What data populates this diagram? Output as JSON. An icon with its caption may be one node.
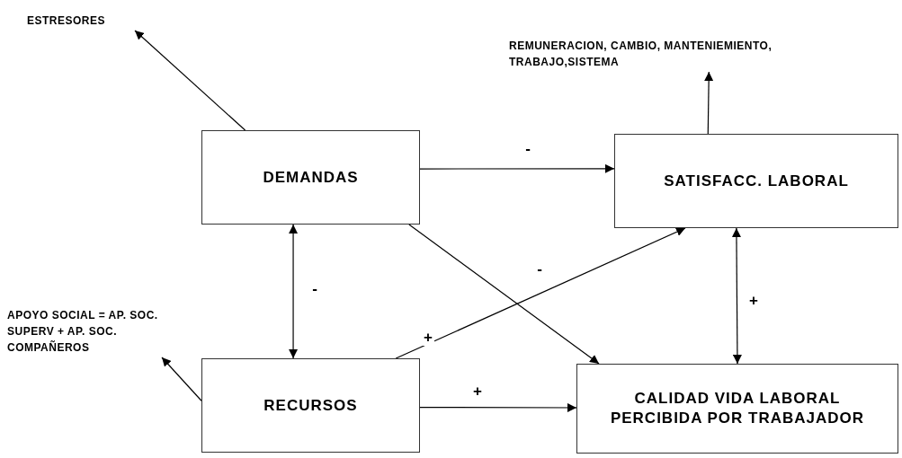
{
  "diagram": {
    "nodes": [
      {
        "text": [
          "DEMANDAS"
        ]
      },
      {
        "text": [
          "SATISFACC. LABORAL"
        ]
      },
      {
        "text": [
          "RECURSOS"
        ]
      },
      {
        "text": [
          "CALIDAD VIDA LABORAL PERCIBIDA POR TRABAJADOR"
        ]
      },
      {
        "text": [
          "ESTRESORES"
        ]
      },
      {
        "text": [
          "REMUNERACION, CAMBIO, MANTENIEMIENTO, TRABAJO,SISTEMA"
        ]
      },
      {
        "text": [
          "APOYO SOCIAL = AP. SOC. SUPERV + AP. SOC. COMPAÑEROS"
        ]
      }
    ],
    "edges": [
      {
        "from": 0,
        "to": 4,
        "arrow": "to"
      },
      {
        "from": 1,
        "to": 5,
        "arrow": "to"
      },
      {
        "from": 0,
        "to": 1,
        "arrow": "to",
        "label": "-"
      },
      {
        "from": 0,
        "to": 2,
        "arrow": "both",
        "label": "-"
      },
      {
        "from": 0,
        "to": 3,
        "arrow": "to",
        "label": "-"
      },
      {
        "from": 2,
        "to": 1,
        "arrow": "to",
        "label": "+"
      },
      {
        "from": 2,
        "to": 3,
        "arrow": "to",
        "label": "+"
      },
      {
        "from": 1,
        "to": 3,
        "arrow": "both",
        "label": "+"
      },
      {
        "from": 2,
        "to": 6,
        "arrow": "to"
      }
    ]
  }
}
